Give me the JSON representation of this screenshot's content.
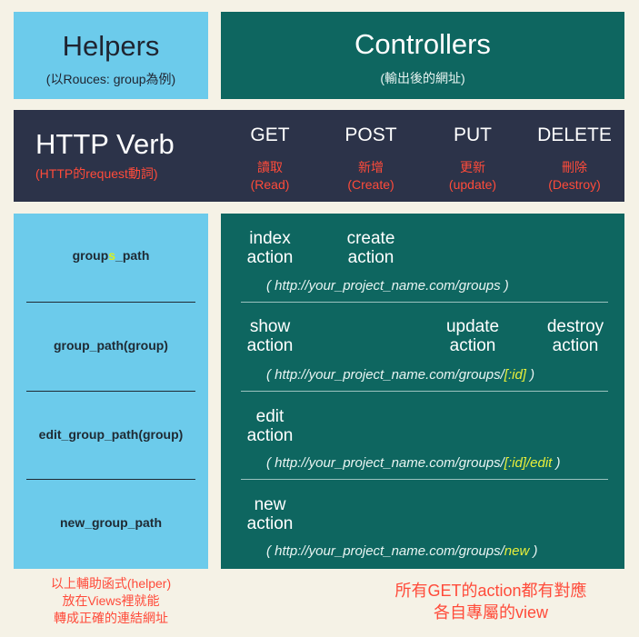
{
  "helpers_header": {
    "title": "Helpers",
    "subtitle": "(以Rouces: group為例)"
  },
  "controllers_header": {
    "title": "Controllers",
    "subtitle": "(輸出後的網址)"
  },
  "verb_bar": {
    "title": "HTTP Verb",
    "subtitle": "(HTTP的request動詞)",
    "verbs": [
      {
        "name": "GET",
        "zh": "讀取",
        "en": "(Read)"
      },
      {
        "name": "POST",
        "zh": "新增",
        "en": "(Create)"
      },
      {
        "name": "PUT",
        "zh": "更新",
        "en": "(update)"
      },
      {
        "name": "DELETE",
        "zh": "刪除",
        "en": "(Destroy)"
      }
    ]
  },
  "helpers": [
    {
      "pre": "group",
      "accent": "s",
      "post": "_path"
    },
    {
      "text": "group_path(group)"
    },
    {
      "text": "edit_group_path(group)"
    },
    {
      "text": "new_group_path"
    }
  ],
  "rows": [
    {
      "actions": [
        {
          "name": "index",
          "word": "action"
        },
        {
          "name": "create",
          "word": "action"
        }
      ],
      "url_pre": "( http://your_project_name.com/groups )",
      "url_accent": "",
      "url_post": ""
    },
    {
      "actions": [
        {
          "name": "show",
          "word": "action"
        },
        {
          "name": "update",
          "word": "action"
        },
        {
          "name": "destroy",
          "word": "action"
        }
      ],
      "url_pre": "( http://your_project_name.com/groups/",
      "url_accent": "[:id]",
      "url_post": " )"
    },
    {
      "actions": [
        {
          "name": "edit",
          "word": "action"
        }
      ],
      "url_pre": "( http://your_project_name.com/groups/",
      "url_accent": "[:id]/edit",
      "url_post": " )"
    },
    {
      "actions": [
        {
          "name": "new",
          "word": "action"
        }
      ],
      "url_pre": "( http://your_project_name.com/groups/",
      "url_accent": "new",
      "url_post": " )"
    }
  ],
  "notes": {
    "helper_note": [
      "以上輔助函式(helper)",
      "放在Views裡就能",
      "轉成正確的連結網址"
    ],
    "get_note": [
      "所有GET的action都有對應",
      "各自專屬的view"
    ]
  },
  "colors": {
    "background": "#f5f2e6",
    "light_blue": "#6ccbeb",
    "teal": "#0e6660",
    "navy": "#2c3349",
    "red_text": "#ff4b3a",
    "accent_yellow": "#e9ef3a"
  }
}
